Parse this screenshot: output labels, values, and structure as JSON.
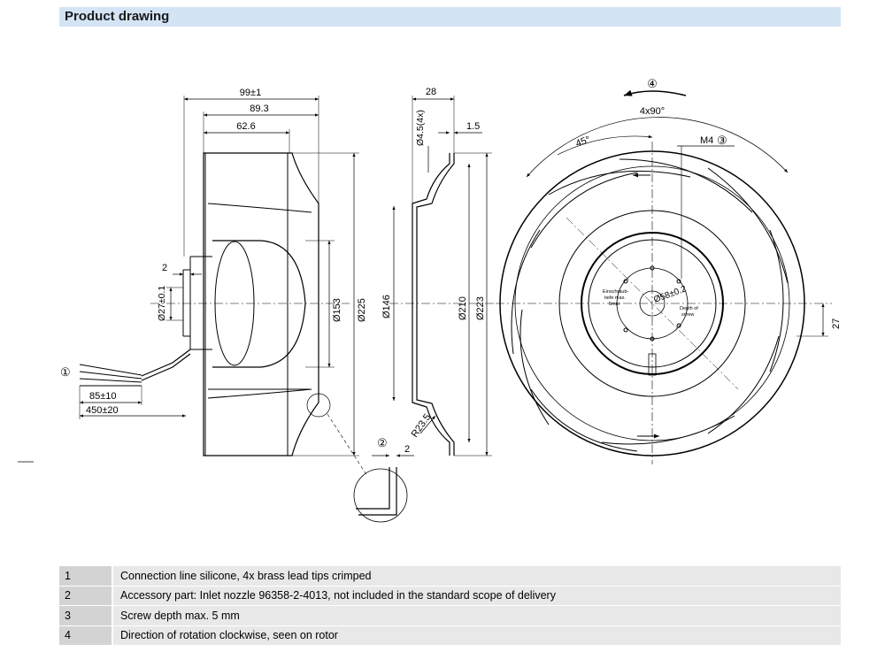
{
  "header": {
    "title": "Product drawing"
  },
  "side_view": {
    "dim_99": "99±1",
    "dim_89_3": "89.3",
    "dim_62_6": "62.6",
    "dim_2_left": "2",
    "dim_27": "Ø27±0.1",
    "dim_153": "Ø153",
    "dim_225": "Ø225",
    "dim_85": "85±10",
    "dim_450": "450±20",
    "callout_1": "①"
  },
  "nozzle_view": {
    "dim_28": "28",
    "dim_4_5": "Ø4.5(4x)",
    "dim_1_5": "1.5",
    "dim_146": "Ø146",
    "dim_210": "Ø210",
    "dim_223": "Ø223",
    "dim_r23_5": "R23.5",
    "callout_2": "②",
    "dim_2_detail": "2"
  },
  "front_view": {
    "callout_4": "④",
    "dim_4x90": "4x90°",
    "dim_45": "45°",
    "dim_m4": "M4",
    "callout_3": "③",
    "dim_58": "Ø58±0.2",
    "dim_27": "27",
    "label_screw_1": "Einschraub-",
    "label_screw_2": "tiefe max.",
    "label_screw_3": "5mm",
    "label_depth_1": "Depth of",
    "label_depth_2": "screw"
  },
  "legend": [
    {
      "num": "1",
      "text": "Connection line silicone, 4x brass lead tips crimped"
    },
    {
      "num": "2",
      "text": "Accessory part: Inlet nozzle 96358-2-4013, not included in the standard scope of delivery"
    },
    {
      "num": "3",
      "text": "Screw depth max. 5 mm"
    },
    {
      "num": "4",
      "text": "Direction of rotation clockwise, seen on rotor"
    }
  ],
  "colors": {
    "header_bg": "#d3e4f5",
    "legend_num_bg": "#d3d3d3",
    "legend_desc_bg": "#e8e8e8"
  }
}
